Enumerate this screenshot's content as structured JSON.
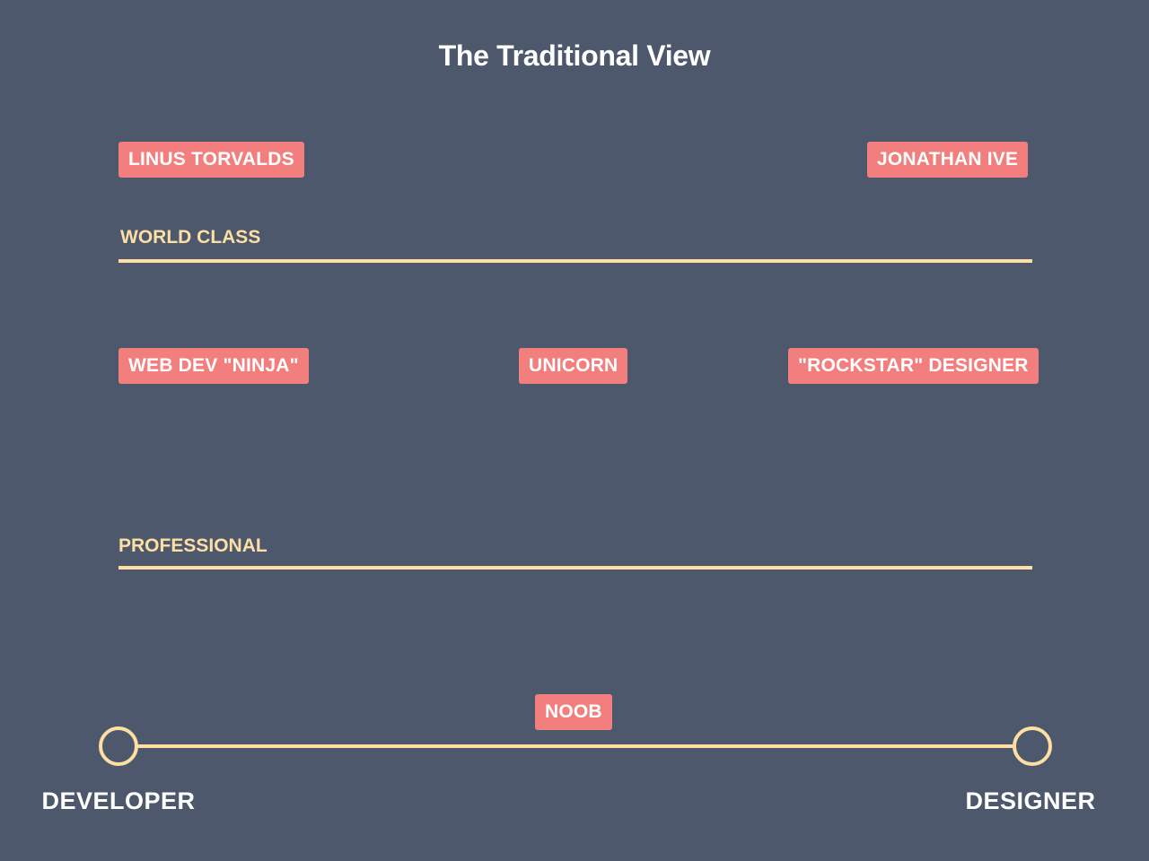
{
  "title": "The Traditional View",
  "colors": {
    "background": "#4d586c",
    "tag": "#f27f7e",
    "line": "#fddfa4",
    "text": "#ffffff"
  },
  "levels": {
    "world_class": "WORLD CLASS",
    "professional": "PROFESSIONAL"
  },
  "tags": {
    "linus": "LINUS TORVALDS",
    "ive": "JONATHAN IVE",
    "ninja": "WEB DEV \"NINJA\"",
    "unicorn": "UNICORN",
    "rockstar": "\"ROCKSTAR\" DESIGNER",
    "noob": "NOOB"
  },
  "axis": {
    "left_label": "DEVELOPER",
    "right_label": "DESIGNER"
  }
}
